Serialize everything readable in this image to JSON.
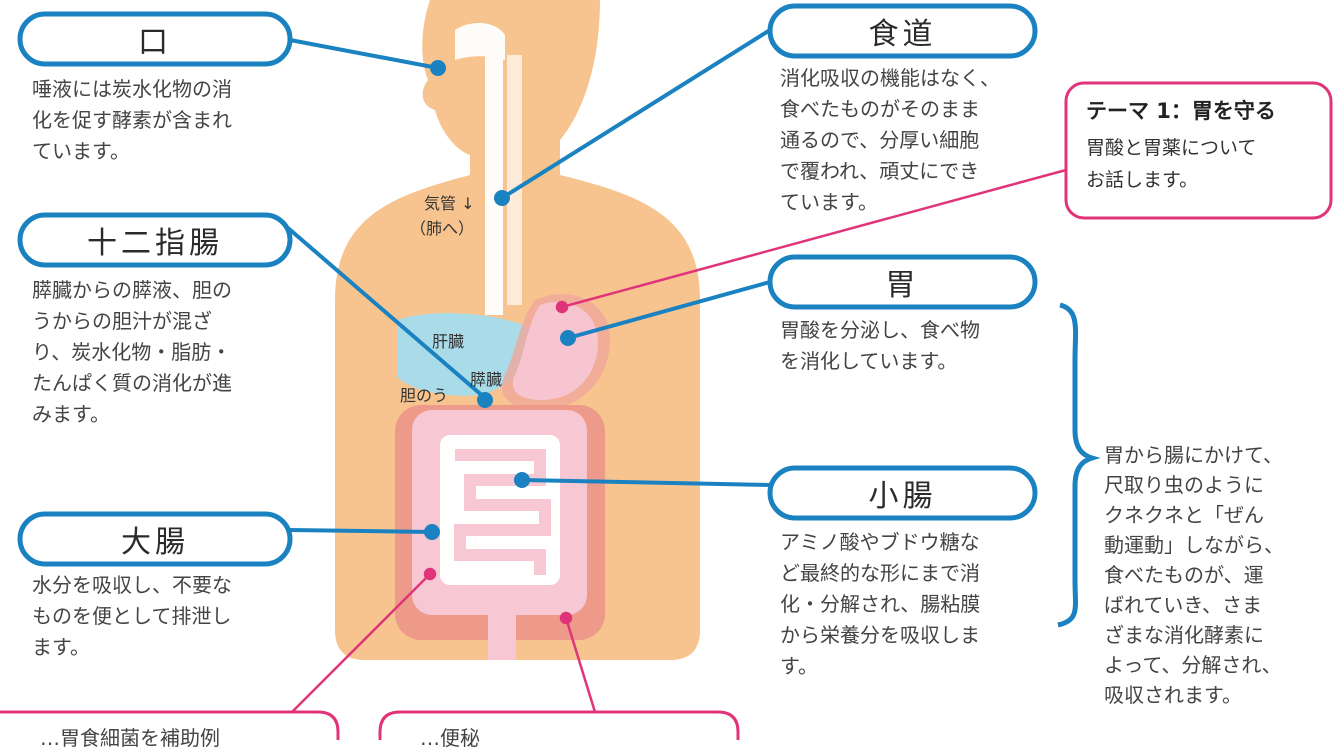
{
  "callouts": {
    "mouth": {
      "title": "口",
      "desc": "唾液には炭水化物の消\n化を促す酵素が含まれ\nています。"
    },
    "esophagus": {
      "title": "食道",
      "desc": "消化吸収の機能はなく、\n食べたものがそのまま\n通るので、分厚い細胞\nで覆われ、頑丈にでき\nています。"
    },
    "duodenum": {
      "title": "十二指腸",
      "desc": "膵臓からの膵液、胆の\nうからの胆汁が混ざ\nり、炭水化物・脂肪・\nたんぱく質の消化が進\nみます。"
    },
    "stomach": {
      "title": "胃",
      "desc": "胃酸を分泌し、食べ物\nを消化しています。"
    },
    "large_intestine": {
      "title": "大腸",
      "desc": "水分を吸収し、不要な\nものを便として排泄し\nます。"
    },
    "small_intestine": {
      "title": "小腸",
      "desc": "アミノ酸やブドウ糖な\nど最終的な形にまで消\n化・分解され、腸粘膜\nから栄養分を吸収しま\nす。"
    }
  },
  "theme": {
    "title": "テーマ 1：胃を守る",
    "desc": "胃酸と胃薬について\nお話します。"
  },
  "organ_labels": {
    "trachea": "気管 ↓",
    "to_lungs": "（肺へ）",
    "liver": "肝臓",
    "pancreas": "膵臓",
    "gallbladder": "胆のう"
  },
  "peristalsis_note": "胃から腸にかけて、\n尺取り虫のように\nクネクネと「ぜん\n動運動」しながら、\n食べたものが、運\nばれていき、さま\nざまな消化酵素に\nよって、分解され、\n吸収されます。",
  "bottom_partial": {
    "left": "…胃食細菌を補助例",
    "right": "…便秘"
  },
  "colors": {
    "body": "#f7c48f",
    "callout_line": "#1a82c0",
    "theme_line": "#e0337a",
    "stomach": "#f6b9c7",
    "liver": "#a9dbe8",
    "intestine_bg": "#ee9a8a",
    "intestine": "#f7c8d3"
  }
}
